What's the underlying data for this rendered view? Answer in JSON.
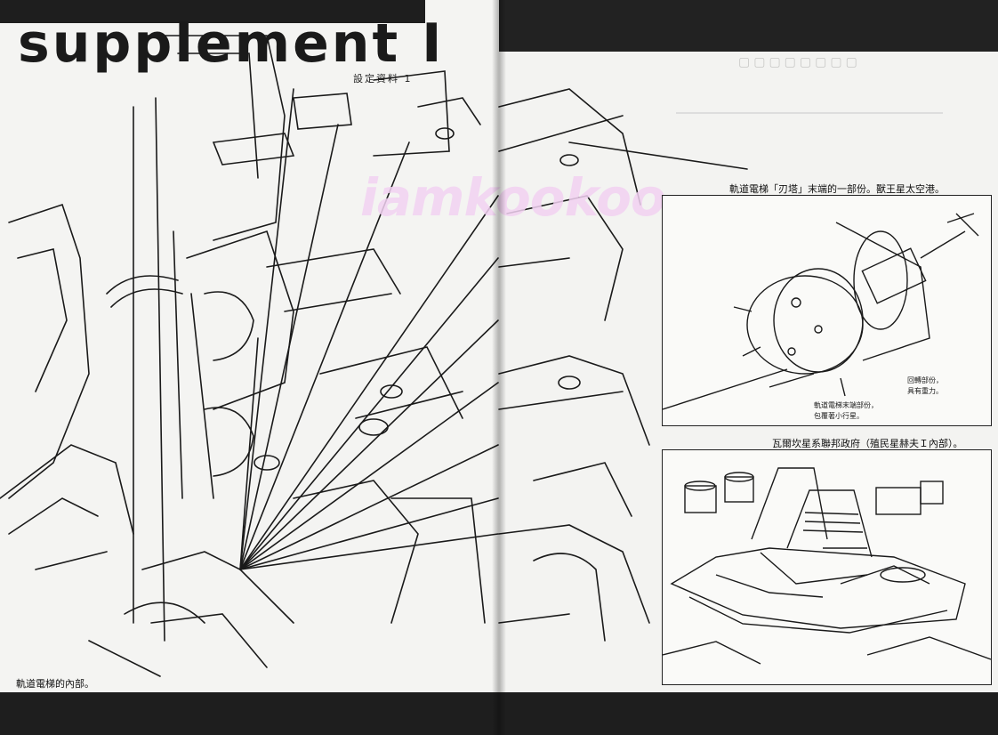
{
  "title": {
    "main": "supplement I",
    "sub": "設定資料 1"
  },
  "watermark": "iamkookoo",
  "captions": {
    "left_page": "軌道電梯的內部。",
    "top_right_panel": "軌道電梯「刃塔」末端的一部份。獸王星太空港。",
    "bottom_right_panel": "瓦爾坎星系聯邦政府（殖民星赫夫Ｉ內部）。"
  },
  "colors": {
    "band": "#1e1e1e",
    "paper": "#f4f4f2",
    "ink": "#1a1a1a",
    "watermark": "#f2d2f2"
  }
}
